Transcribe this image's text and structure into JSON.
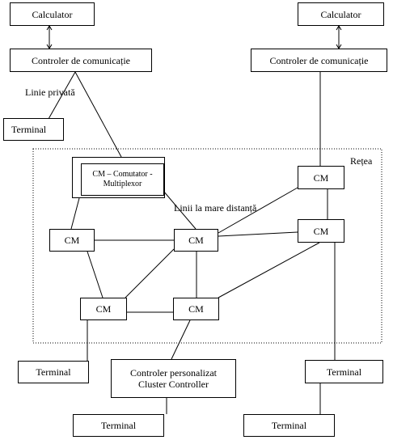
{
  "nodes": {
    "calculator_left": "Calculator",
    "calculator_right": "Calculator",
    "controller_left": "Controler de comunicație",
    "controller_right": "Controler de comunicație",
    "terminal_top_left": "Terminal",
    "cm_mux_line1": "CM – Comutator -",
    "cm_mux_line2": "Multiplexor",
    "cm_right_top": "CM",
    "cm_left": "CM",
    "cm_center": "CM",
    "cm_right_mid": "CM",
    "cm_bottom_left": "CM",
    "cm_bottom_center": "CM",
    "terminal_bottom_left": "Terminal",
    "cluster_line1": "Controler personalizat",
    "cluster_line2": "Cluster Controller",
    "terminal_bottom_right": "Terminal",
    "terminal_very_bottom_left": "Terminal",
    "terminal_very_bottom_right": "Terminal"
  },
  "labels": {
    "private_line": "Linie privată",
    "network": "Rețea",
    "long_distance_lines": "Linii la mare distanță"
  }
}
